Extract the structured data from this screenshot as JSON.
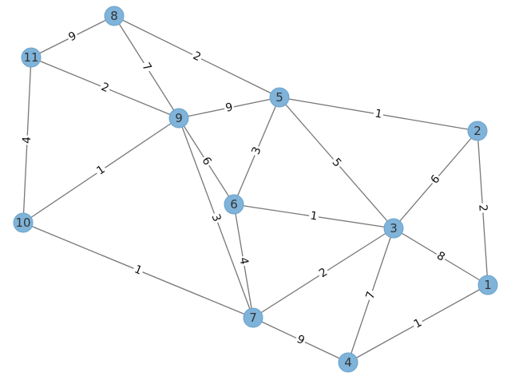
{
  "graph": {
    "colors": {
      "node_fill": "#7fb3d9",
      "node_stroke": "#6aa3cc",
      "edge": "#777777",
      "label": "#333333",
      "background": "#ffffff"
    },
    "nodes": [
      {
        "id": "1",
        "label": "1"
      },
      {
        "id": "2",
        "label": "2"
      },
      {
        "id": "3",
        "label": "3"
      },
      {
        "id": "4",
        "label": "4"
      },
      {
        "id": "5",
        "label": "5"
      },
      {
        "id": "6",
        "label": "6"
      },
      {
        "id": "7",
        "label": "7"
      },
      {
        "id": "8",
        "label": "8"
      },
      {
        "id": "9",
        "label": "9"
      },
      {
        "id": "10",
        "label": "10"
      },
      {
        "id": "11",
        "label": "11"
      }
    ],
    "edges": [
      {
        "source": "8",
        "target": "11",
        "weight": "9"
      },
      {
        "source": "8",
        "target": "9",
        "weight": "7"
      },
      {
        "source": "8",
        "target": "5",
        "weight": "2"
      },
      {
        "source": "11",
        "target": "9",
        "weight": "2"
      },
      {
        "source": "11",
        "target": "10",
        "weight": "4"
      },
      {
        "source": "9",
        "target": "5",
        "weight": "9"
      },
      {
        "source": "9",
        "target": "6",
        "weight": "6"
      },
      {
        "source": "9",
        "target": "10",
        "weight": "1"
      },
      {
        "source": "9",
        "target": "7",
        "weight": "3"
      },
      {
        "source": "5",
        "target": "2",
        "weight": "1"
      },
      {
        "source": "5",
        "target": "6",
        "weight": "3"
      },
      {
        "source": "5",
        "target": "3",
        "weight": "5"
      },
      {
        "source": "2",
        "target": "3",
        "weight": "6"
      },
      {
        "source": "2",
        "target": "1",
        "weight": "2"
      },
      {
        "source": "6",
        "target": "3",
        "weight": "1"
      },
      {
        "source": "6",
        "target": "7",
        "weight": "4"
      },
      {
        "source": "10",
        "target": "7",
        "weight": "1"
      },
      {
        "source": "3",
        "target": "7",
        "weight": "2"
      },
      {
        "source": "3",
        "target": "1",
        "weight": "8"
      },
      {
        "source": "3",
        "target": "4",
        "weight": "7"
      },
      {
        "source": "7",
        "target": "4",
        "weight": "9"
      },
      {
        "source": "1",
        "target": "4",
        "weight": "1"
      }
    ]
  }
}
